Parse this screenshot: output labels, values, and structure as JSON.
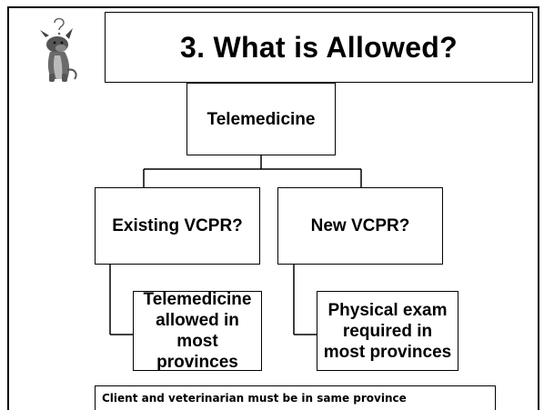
{
  "slide": {
    "title": "3. What is Allowed?",
    "root": "Telemedicine",
    "left_branch": "Existing VCPR?",
    "right_branch": "New VCPR?",
    "left_outcome": [
      "Telemedicine",
      "allowed in most",
      "provinces"
    ],
    "right_outcome": [
      "Physical exam",
      "required in",
      "most provinces"
    ],
    "footer": "Client and veterinarian must be in same province"
  },
  "icons": {
    "logo": "dog-with-question-mark-icon"
  }
}
